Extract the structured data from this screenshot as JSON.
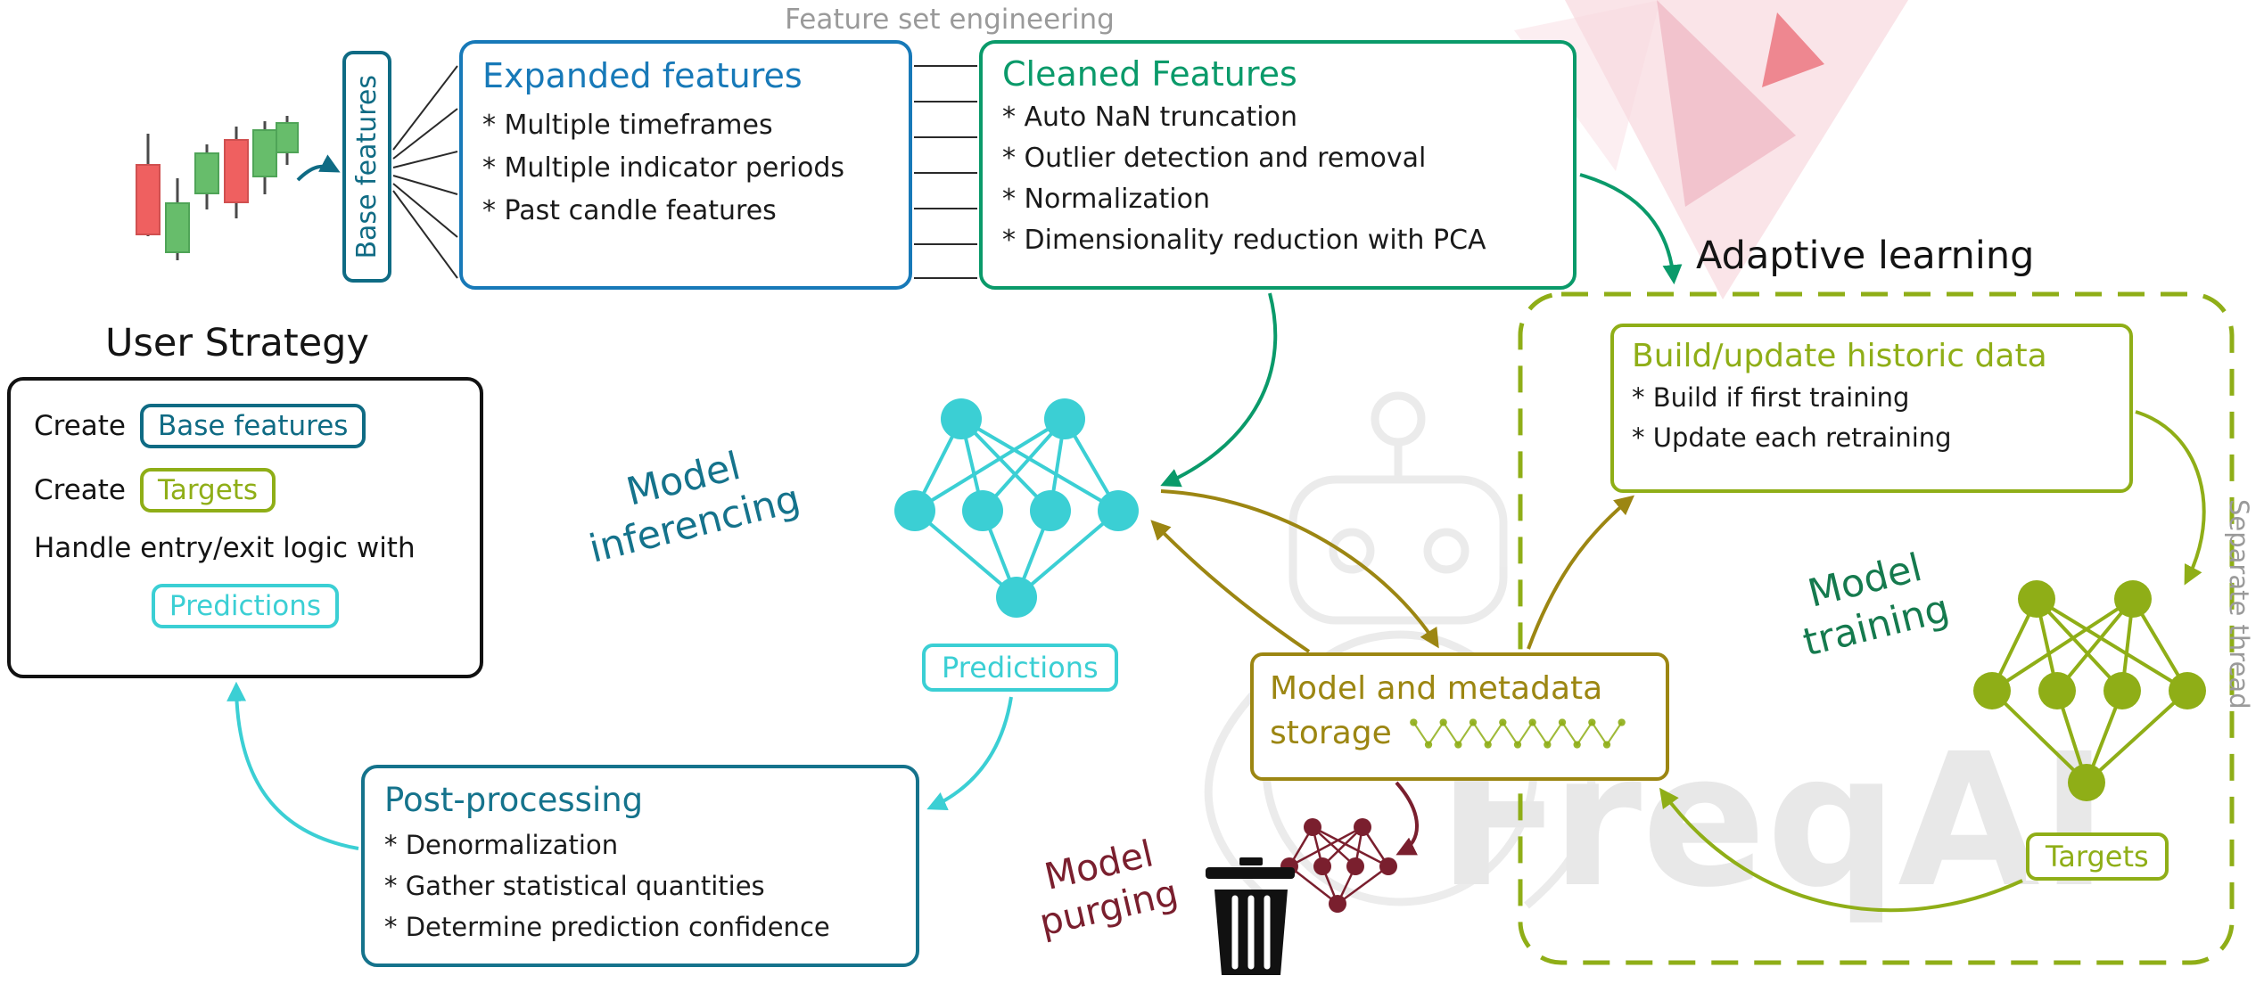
{
  "colors": {
    "blue": "#1779b8",
    "teal": "#0f6b84",
    "green": "#0a9a6a",
    "cyan": "#3bcfd4",
    "yellow_green": "#8fae17",
    "olive": "#9c8612",
    "dark_red": "#7a1f2e",
    "inferencing_teal": "#15738c",
    "training_green": "#157a4e",
    "gray_label": "#9a9a9a",
    "candle_red": "#ef6060",
    "candle_green": "#67bd6b",
    "watermark_gray": "#e8e8e8"
  },
  "labels": {
    "feature_set_engineering": "Feature set engineering",
    "adaptive_learning": "Adaptive learning",
    "user_strategy_title": "User Strategy",
    "separate_thread": "Separate thread",
    "watermark": "FreqAI",
    "model_inferencing": [
      "Model",
      "inferencing"
    ],
    "model_training": [
      "Model",
      "training"
    ],
    "model_purging": [
      "Model",
      "purging"
    ]
  },
  "boxes": {
    "base_features": {
      "title": "Base features"
    },
    "expanded_features": {
      "title": "Expanded features",
      "items": [
        "* Multiple timeframes",
        "* Multiple indicator periods",
        "* Past candle features"
      ]
    },
    "cleaned_features": {
      "title": "Cleaned Features",
      "items": [
        "* Auto NaN truncation",
        "* Outlier detection and removal",
        "* Normalization",
        "* Dimensionality reduction with PCA"
      ]
    },
    "user_strategy": {
      "create_label_1": "Create",
      "chip_base_features": "Base features",
      "create_label_2": "Create",
      "chip_targets": "Targets",
      "entry_exit_line": "Handle entry/exit logic with",
      "chip_predictions": "Predictions"
    },
    "build_update": {
      "title": "Build/update historic data",
      "items": [
        "* Build if first training",
        "* Update each retraining"
      ]
    },
    "storage": {
      "line1": "Model and metadata",
      "line2": "storage"
    },
    "post_processing": {
      "title": "Post-processing",
      "items": [
        "* Denormalization",
        "* Gather statistical quantities",
        "* Determine prediction confidence"
      ]
    },
    "predictions_chip": "Predictions",
    "targets_chip": "Targets"
  }
}
